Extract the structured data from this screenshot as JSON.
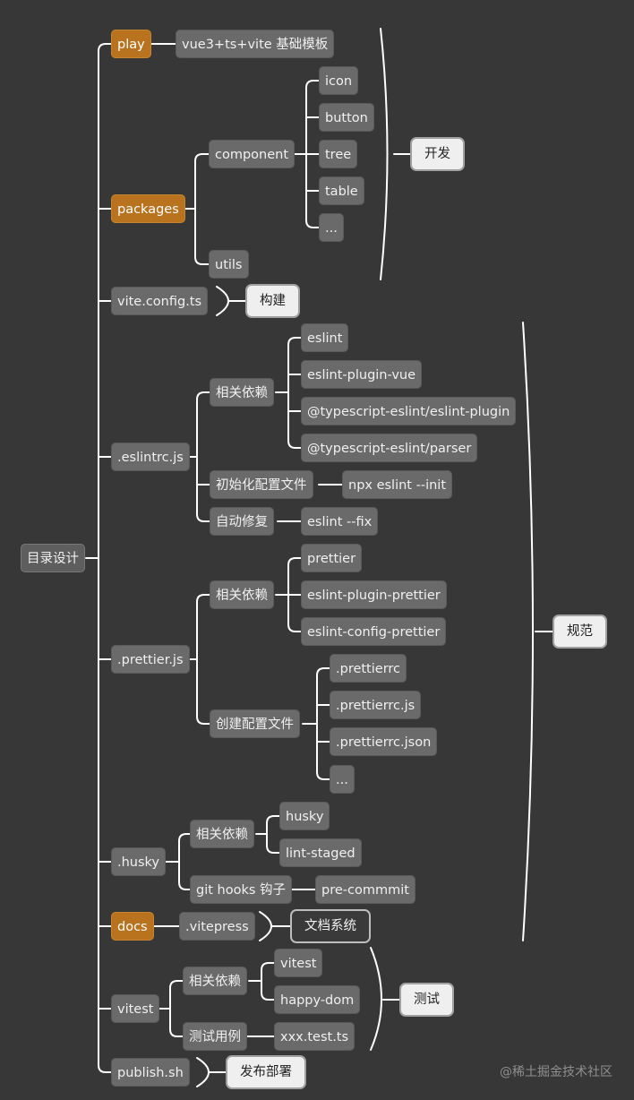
{
  "root": "目录设计",
  "branches": {
    "play": "play",
    "play_template": "vue3+ts+vite 基础模板",
    "packages": "packages",
    "component": "component",
    "components": [
      "icon",
      "button",
      "tree",
      "table",
      "..."
    ],
    "utils": "utils",
    "vite_config": "vite.config.ts",
    "eslintrc": ".eslintrc.js",
    "eslint_deps_label": "相关依赖",
    "eslint_deps": [
      "eslint",
      "eslint-plugin-vue",
      "@typescript-eslint/eslint-plugin",
      "@typescript-eslint/parser"
    ],
    "eslint_init_label": "初始化配置文件",
    "eslint_init": "npx eslint --init",
    "eslint_fix_label": "自动修复",
    "eslint_fix": "eslint --fix",
    "prettier": ".prettier.js",
    "prettier_deps_label": "相关依赖",
    "prettier_deps": [
      "prettier",
      "eslint-plugin-prettier",
      "eslint-config-prettier"
    ],
    "prettier_create_label": "创建配置文件",
    "prettier_files": [
      ".prettierrc",
      ".prettierrc.js",
      ".prettierrc.json",
      "..."
    ],
    "husky": ".husky",
    "husky_deps_label": "相关依赖",
    "husky_deps": [
      "husky",
      "lint-staged"
    ],
    "git_hooks_label": "git hooks 钩子",
    "git_hooks": "pre-commmit",
    "docs": "docs",
    "vitepress": ".vitepress",
    "vitest": "vitest",
    "vitest_deps_label": "相关依赖",
    "vitest_deps": [
      "vitest",
      "happy-dom"
    ],
    "vitest_case_label": "测试用例",
    "vitest_case": "xxx.test.ts",
    "publish": "publish.sh"
  },
  "summaries": {
    "develop": "开发",
    "build": "构建",
    "standard": "规范",
    "docs_system": "文档系统",
    "testing": "测试",
    "deploy": "发布部署"
  },
  "watermark": "@稀土掘金技术社区",
  "colors": {
    "background": "#373737",
    "highlight": "#b9731e",
    "node": "#6a6a6a",
    "line": "#ffffff"
  }
}
